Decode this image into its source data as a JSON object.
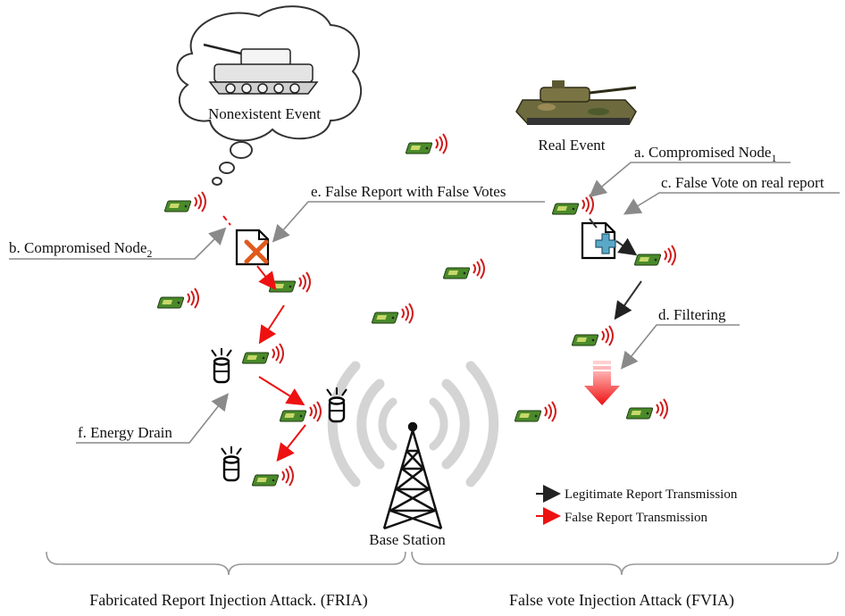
{
  "events": {
    "nonexistent": "Nonexistent Event",
    "real": "Real Event"
  },
  "callouts": {
    "a_compromised_node1": "a. Compromised Node",
    "a_subscript": "1",
    "b_compromised_node2": "b. Compromised Node",
    "b_subscript": "2",
    "c_false_vote": "c. False Vote on real report",
    "d_filtering": "d. Filtering",
    "e_false_report": "e. False Report with False Votes",
    "f_energy_drain": "f. Energy Drain"
  },
  "base_station": "Base Station",
  "legend": {
    "legitimate": "Legitimate  Report Transmission",
    "legitimate_color": "#000000",
    "false": "False Report Transmission",
    "false_color": "#ee1111"
  },
  "sections": {
    "fria": "Fabricated  Report Injection Attack. (FRIA)",
    "fvia": "False vote Injection Attack (FVIA)"
  }
}
